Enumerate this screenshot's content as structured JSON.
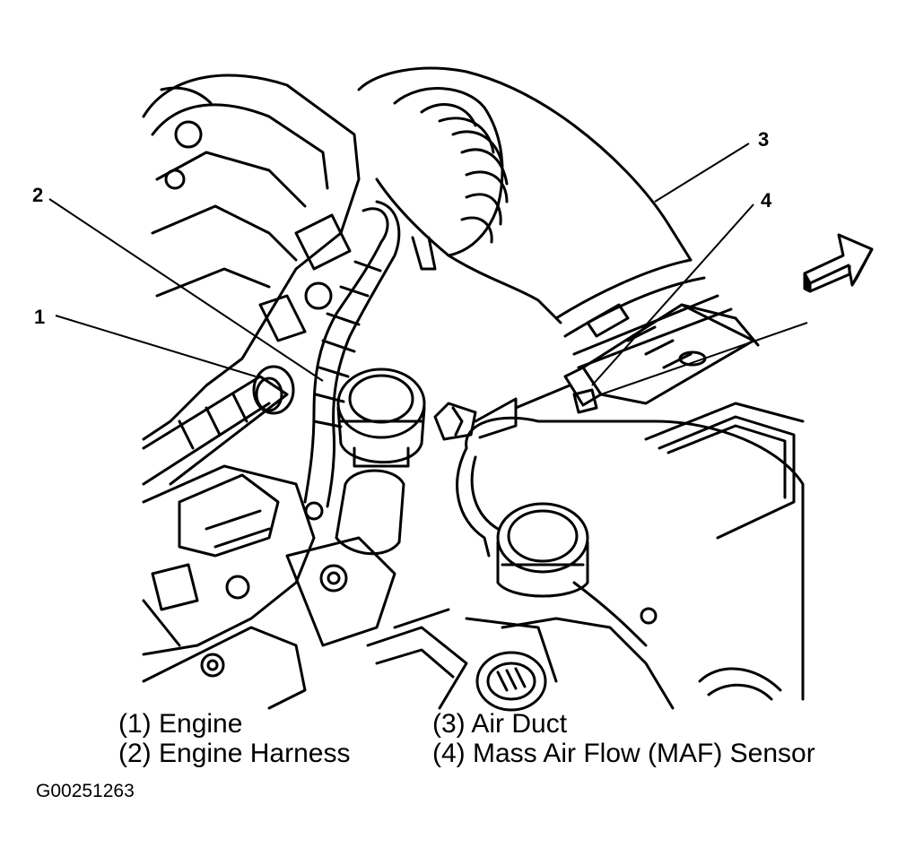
{
  "callouts": [
    {
      "number": "1"
    },
    {
      "number": "2"
    },
    {
      "number": "3"
    },
    {
      "number": "4"
    }
  ],
  "legend": [
    {
      "text": "(1) Engine"
    },
    {
      "text": "(2) Engine Harness"
    },
    {
      "text": "(3) Air Duct"
    },
    {
      "text": "(4) Mass Air Flow (MAF) Sensor"
    }
  ],
  "figure_code": "G00251263",
  "icons": [
    "direction-arrow-icon"
  ]
}
